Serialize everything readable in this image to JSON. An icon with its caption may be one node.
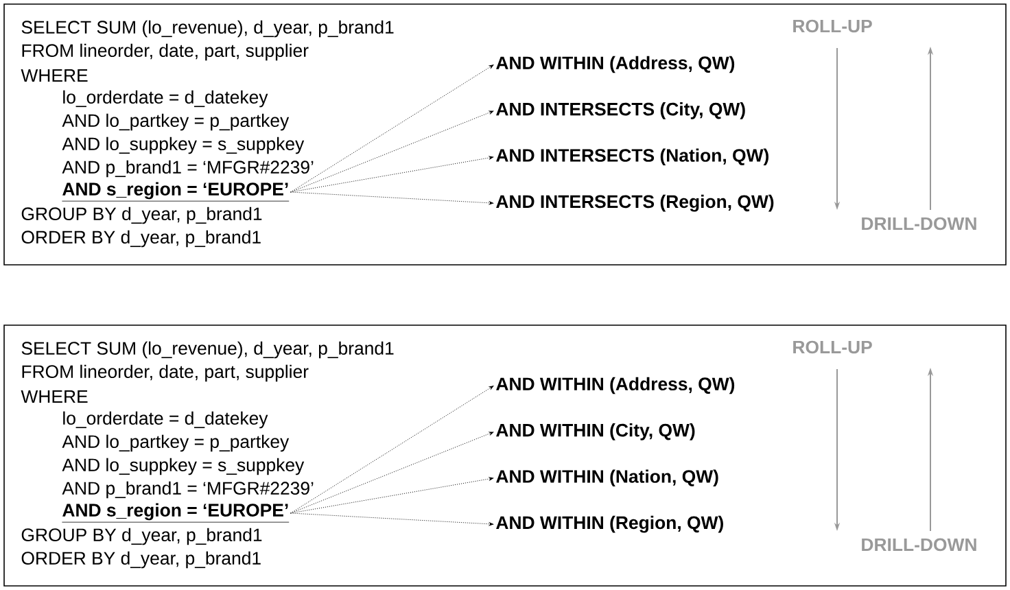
{
  "diagram": {
    "nodes": [
      {
        "text": [
          "SELECT SUM (lo_revenue), d_year, p_brand1",
          "FROM lineorder, date, part, supplier",
          "WHERE",
          "lo_orderdate = d_datekey",
          "AND lo_partkey = p_partkey",
          "AND lo_suppkey = s_suppkey",
          "AND p_brand1 = ‘MFGR#2239’",
          "GROUP BY d_year, p_brand1",
          "ORDER BY d_year, p_brand1"
        ]
      },
      {
        "text": [
          "AND s_region = ‘EUROPE’"
        ],
        "in": 0
      },
      {
        "text": [
          "AND WITHIN (Address, QW)"
        ],
        "in": 0
      },
      {
        "text": [
          "AND INTERSECTS (City, QW)"
        ],
        "in": 0
      },
      {
        "text": [
          "AND INTERSECTS (Nation, QW)"
        ],
        "in": 0
      },
      {
        "text": [
          "AND INTERSECTS (Region, QW)"
        ],
        "in": 0
      },
      {
        "text": [
          "SELECT SUM (lo_revenue), d_year, p_brand1",
          "FROM lineorder, date, part, supplier",
          "WHERE",
          "lo_orderdate = d_datekey",
          "AND lo_partkey = p_partkey",
          "AND lo_suppkey = s_suppkey",
          "AND p_brand1 = ‘MFGR#2239’",
          "GROUP BY d_year, p_brand1",
          "ORDER BY d_year, p_brand1"
        ]
      },
      {
        "text": [
          "AND s_region = ‘EUROPE’"
        ],
        "in": 6
      },
      {
        "text": [
          "AND WITHIN (Address, QW)"
        ],
        "in": 6
      },
      {
        "text": [
          "AND WITHIN (City, QW)"
        ],
        "in": 6
      },
      {
        "text": [
          "AND WITHIN (Nation, QW)"
        ],
        "in": 6
      },
      {
        "text": [
          "AND WITHIN (Region, QW)"
        ],
        "in": 6
      }
    ],
    "edges": [
      {
        "from": 1,
        "to": 2,
        "arrow": "to"
      },
      {
        "from": 1,
        "to": 3,
        "arrow": "to"
      },
      {
        "from": 1,
        "to": 4,
        "arrow": "to"
      },
      {
        "from": 1,
        "to": 5,
        "arrow": "to"
      },
      {
        "from": 7,
        "to": 8,
        "arrow": "to"
      },
      {
        "from": 7,
        "to": 9,
        "arrow": "to"
      },
      {
        "from": 7,
        "to": 10,
        "arrow": "to"
      },
      {
        "from": 7,
        "to": 11,
        "arrow": "to"
      }
    ],
    "labels": [
      "ROLL-UP",
      "DRILL-DOWN",
      "ROLL-UP",
      "DRILL-DOWN"
    ]
  }
}
